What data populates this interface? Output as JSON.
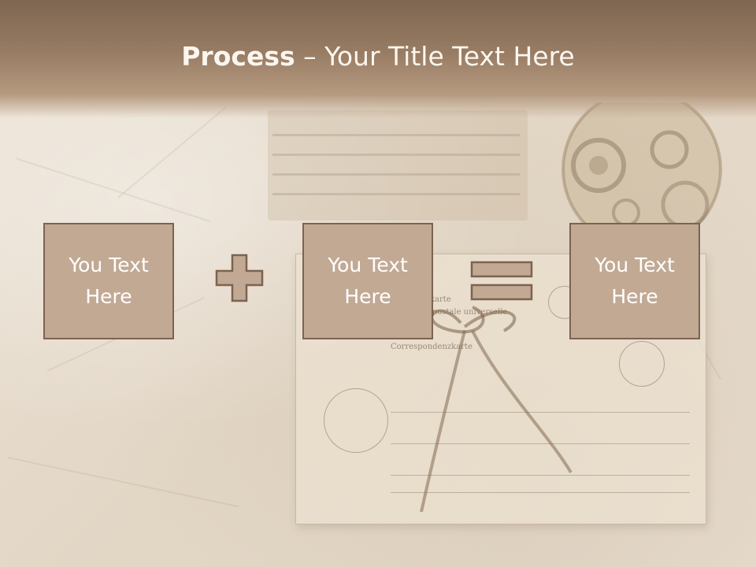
{
  "slide": {
    "title_bold": "Process",
    "title_rest": " – Your Title Text Here"
  },
  "boxes": [
    {
      "text": "You Text Here"
    },
    {
      "text": "You Text Here"
    },
    {
      "text": "You Text Here"
    }
  ],
  "operators": {
    "first": "plus-icon",
    "second": "equals-icon"
  },
  "colors": {
    "title_band": "#8f745e",
    "box_fill": "#c2a994",
    "box_border": "#7c6350",
    "operator_fill": "#c2a994",
    "text": "#ffffff"
  }
}
